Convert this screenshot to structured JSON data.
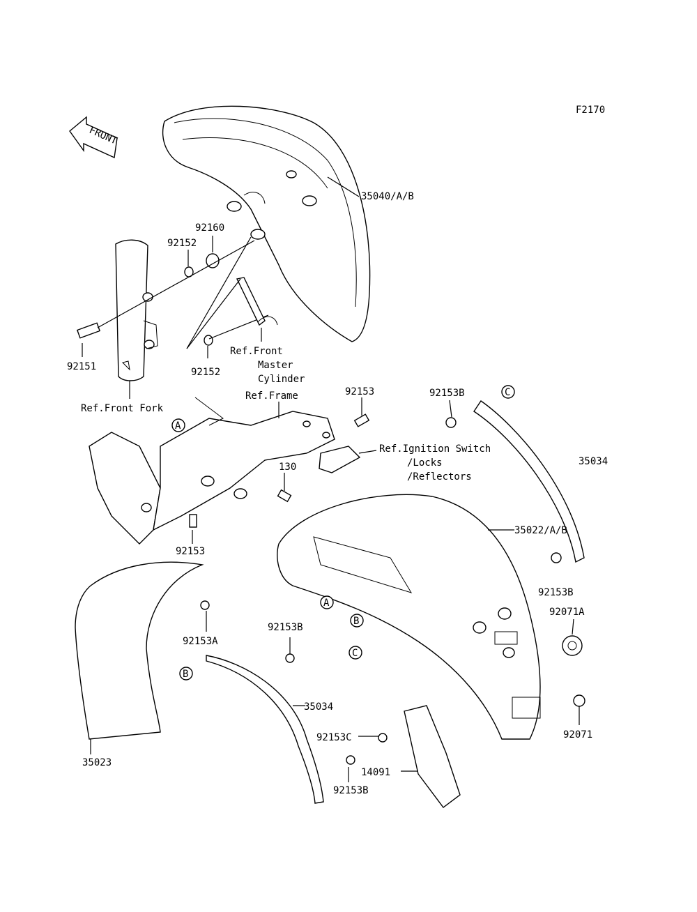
{
  "diagram": {
    "figure_code": "F2170",
    "front_arrow_text": "FRONT",
    "labels": {
      "front_fender": "35040/A/B",
      "cushion_92160": "92160",
      "collar_92152_upper": "92152",
      "collar_92152_lower": "92152",
      "bolt_92151": "92151",
      "ref_front_master_1": "Ref.Front",
      "ref_front_master_2": "Master",
      "ref_front_master_3": "Cylinder",
      "ref_front_fork": "Ref.Front Fork",
      "ref_frame": "Ref.Frame",
      "bolt_92153_top": "92153",
      "bolt_92153b_top": "92153B",
      "ref_ignition_1": "Ref.Ignition Switch",
      "ref_ignition_2": "/Locks",
      "ref_ignition_3": "/Reflectors",
      "bracket_35034_right": "35034",
      "bolt_130": "130",
      "rear_fender": "35022/A/B",
      "bolt_92153_mid": "92153",
      "bolt_92153b_right": "92153B",
      "grommet_92071a": "92071A",
      "bolt_92153a": "92153A",
      "bolt_92153b_mid": "92153B",
      "bracket_35034_left": "35034",
      "bolt_92153c": "92153C",
      "grommet_92071": "92071",
      "cover_35023": "35023",
      "guard_14091": "14091",
      "bolt_92153b_bottom": "92153B"
    },
    "callouts": {
      "a_upper": "A",
      "a_lower": "A",
      "b_lower": "B",
      "b_left": "B",
      "c_upper": "C",
      "c_lower": "C"
    }
  }
}
